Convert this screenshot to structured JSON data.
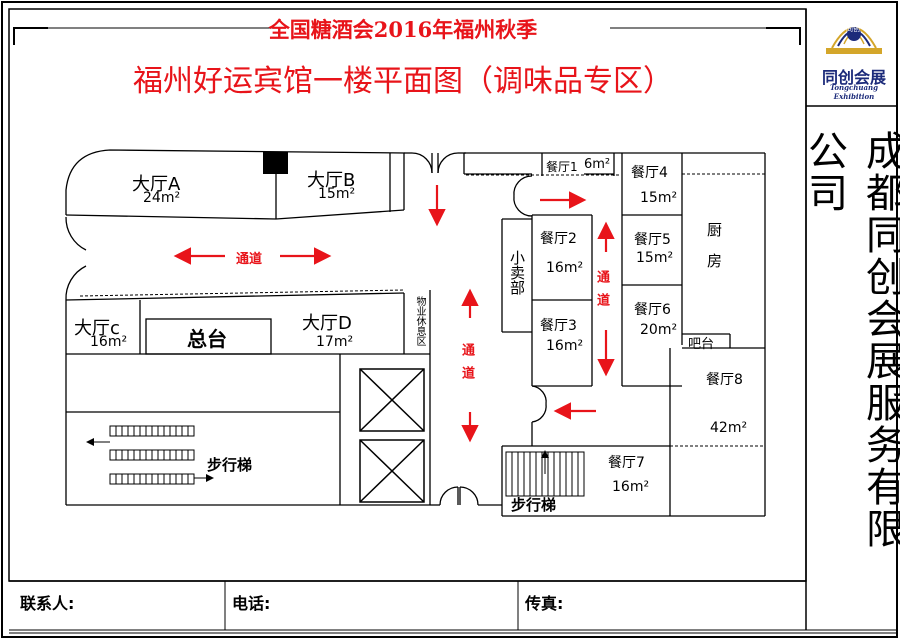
{
  "header": {
    "title_line1": "全国糖酒会2016年福州秋季",
    "title_line2": "福州好运宾馆一楼平面图（调味品专区）"
  },
  "logo": {
    "name_cn": "同创会展",
    "name_en": "Tongchuang Exhibition",
    "emblem_text": "同创"
  },
  "sidebar": {
    "company_name": "成都同创会展服务有限公司"
  },
  "footer": {
    "contact_label": "联系人:",
    "phone_label": "电话:",
    "fax_label": "传真:"
  },
  "rooms": {
    "hall_a": {
      "name": "大厅A",
      "area": "24m²"
    },
    "hall_b": {
      "name": "大厅B",
      "area": "15m²"
    },
    "hall_c": {
      "name": "大厅c",
      "area": "16m²"
    },
    "hall_d": {
      "name": "大厅D",
      "area": "17m²"
    },
    "front_desk": {
      "name": "总台"
    },
    "property_lounge": {
      "name": "物业休息区"
    },
    "dining_1": {
      "name": "餐厅1",
      "area": "6m²"
    },
    "dining_2": {
      "name": "餐厅2",
      "area": "16m²"
    },
    "dining_3": {
      "name": "餐厅3",
      "area": "16m²"
    },
    "dining_4": {
      "name": "餐厅4",
      "area": "15m²"
    },
    "dining_5": {
      "name": "餐厅5",
      "area": "15m²"
    },
    "dining_6": {
      "name": "餐厅6",
      "area": "20m²"
    },
    "dining_7": {
      "name": "餐厅7",
      "area": "16m²"
    },
    "dining_8": {
      "name": "餐厅8",
      "area": "42m²"
    },
    "kiosk": {
      "name": "小卖部"
    },
    "kitchen": {
      "name": "厨房"
    },
    "bar": {
      "name": "吧台"
    },
    "stairs_left": {
      "name": "步行梯"
    },
    "stairs_right": {
      "name": "步行梯"
    }
  },
  "corridors": {
    "horizontal": "通道",
    "vertical_left": "通道",
    "vertical_right": "通道"
  },
  "colors": {
    "accent_red": "#e8141a",
    "logo_blue": "#1c2b7a",
    "logo_gold": "#d4a62a"
  }
}
